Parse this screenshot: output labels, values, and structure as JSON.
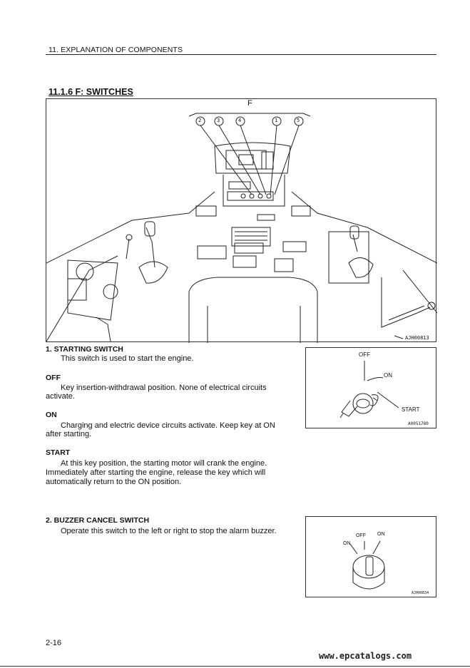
{
  "header": {
    "title": "11. EXPLANATION OF COMPONENTS"
  },
  "section": {
    "title": "11.1.6 F:  SWITCHES"
  },
  "figure1": {
    "group_label": "F",
    "callouts": [
      "2",
      "3",
      "4",
      "1",
      "5"
    ],
    "code": "AJH00813"
  },
  "item1": {
    "heading": "1.   STARTING SWITCH",
    "intro": "This switch is used to start the engine.",
    "off_heading": "OFF",
    "off_line1": "Key insertion-withdrawal position. None of electrical circuits",
    "off_line2": "activate.",
    "on_heading": "ON",
    "on_line1": "Charging and electric device circuits activate. Keep key at ON",
    "on_line2": "after starting.",
    "start_heading": "START",
    "start_line1": "At this key position, the starting motor will crank the engine.",
    "start_line2": "Immediately after starting the engine, release the key which will",
    "start_line3": "automatically return to the ON position.",
    "figure": {
      "off": "OFF",
      "on": "ON",
      "start": "START",
      "code": "A0051780"
    }
  },
  "item2": {
    "heading": "2.   BUZZER CANCEL SWITCH",
    "intro": "Operate this switch to the left or right to stop the alarm buzzer.",
    "figure": {
      "off": "OFF",
      "on_left": "ON",
      "on_right": "ON",
      "code": "AJH00834"
    }
  },
  "footer": {
    "page": "2-16",
    "watermark": "www.epcatalogs.com"
  }
}
